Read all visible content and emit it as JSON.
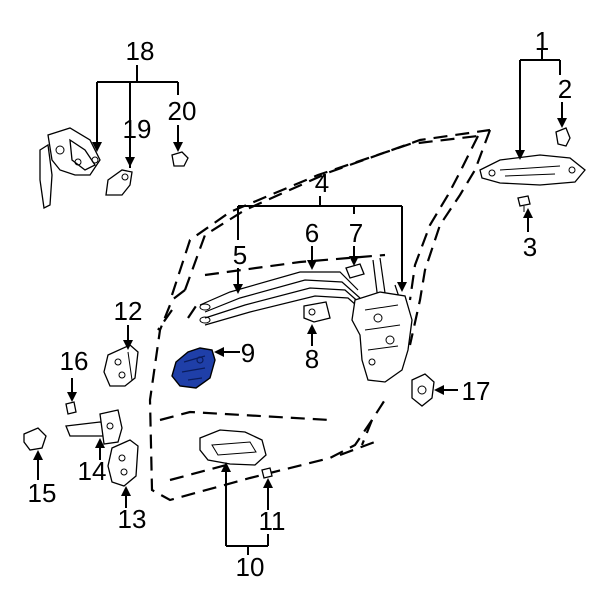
{
  "diagram": {
    "callouts": [
      {
        "id": "c1",
        "label": "1"
      },
      {
        "id": "c2",
        "label": "2"
      },
      {
        "id": "c3",
        "label": "3"
      },
      {
        "id": "c4",
        "label": "4"
      },
      {
        "id": "c5",
        "label": "5"
      },
      {
        "id": "c6",
        "label": "6"
      },
      {
        "id": "c7",
        "label": "7"
      },
      {
        "id": "c8",
        "label": "8"
      },
      {
        "id": "c9",
        "label": "9"
      },
      {
        "id": "c10",
        "label": "10"
      },
      {
        "id": "c11",
        "label": "11"
      },
      {
        "id": "c12",
        "label": "12"
      },
      {
        "id": "c13",
        "label": "13"
      },
      {
        "id": "c14",
        "label": "14"
      },
      {
        "id": "c15",
        "label": "15"
      },
      {
        "id": "c16",
        "label": "16"
      },
      {
        "id": "c17",
        "label": "17"
      },
      {
        "id": "c18",
        "label": "18"
      },
      {
        "id": "c19",
        "label": "19"
      },
      {
        "id": "c20",
        "label": "20"
      }
    ],
    "highlight_color": "#1f3fa8",
    "highlighted_part": "9"
  }
}
